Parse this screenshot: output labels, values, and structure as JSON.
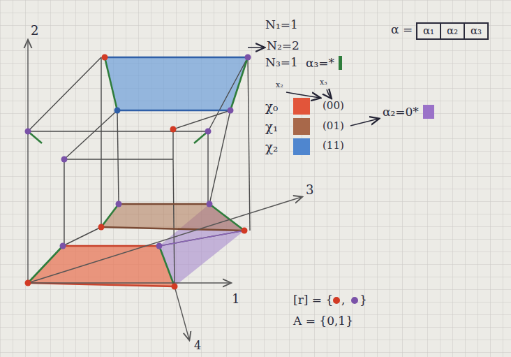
{
  "diagram": {
    "nodes": [
      {
        "text": [
          "α₁"
        ]
      },
      {
        "text": [
          "α₂"
        ]
      },
      {
        "text": [
          "α₃"
        ]
      }
    ],
    "labels": [
      "2",
      "3",
      "1",
      "4",
      "N₁=1",
      "N₂=2",
      "N₃=1",
      "α =",
      "x₂",
      "x₃",
      "(00)",
      "(01)",
      "(11)",
      "[r] = {",
      ",",
      "}",
      "A = {0,1}"
    ],
    "legend": [
      {
        "text": "α₃=*",
        "color": "#2f7d3c"
      },
      {
        "text": "χ₀",
        "color": "#e2553a"
      },
      {
        "text": "χ₁",
        "color": "#a8684a"
      },
      {
        "text": "χ₂",
        "color": "#4f86cf"
      },
      {
        "text": "α₂=0*",
        "color": "#9a72c8"
      }
    ]
  }
}
